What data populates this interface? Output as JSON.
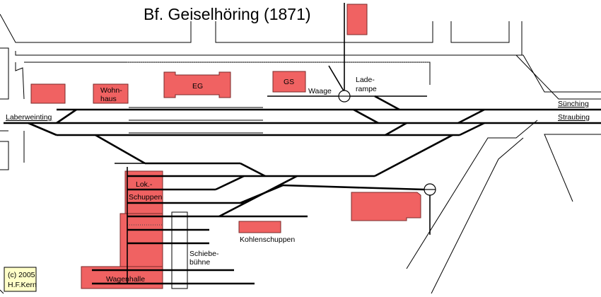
{
  "title": "Bf. Geiselhöring (1871)",
  "buildings": {
    "wohnhaus": "Wohn-\nhaus",
    "eg": "EG",
    "gs": "GS",
    "lokschuppen_1": "Lok.-",
    "lokschuppen_2": "Schuppen",
    "wagenhalle": "Wagenhalle",
    "kohlenschuppen": "Kohlenschuppen"
  },
  "labels": {
    "waage": "Waage",
    "laderampe_1": "Lade-",
    "laderampe_2": "rampe",
    "schiebebuehne_1": "Schiebe-",
    "schiebebuehne_2": "bühne"
  },
  "directions": {
    "laberweinting": "Laberweinting",
    "suenching": "Sünching",
    "straubing": "Straubing"
  },
  "credit": {
    "line1": "(c) 2005",
    "line2": "H.F.Kern"
  },
  "colors": {
    "building": "#f06262",
    "credit_background": "#ffffc8"
  }
}
